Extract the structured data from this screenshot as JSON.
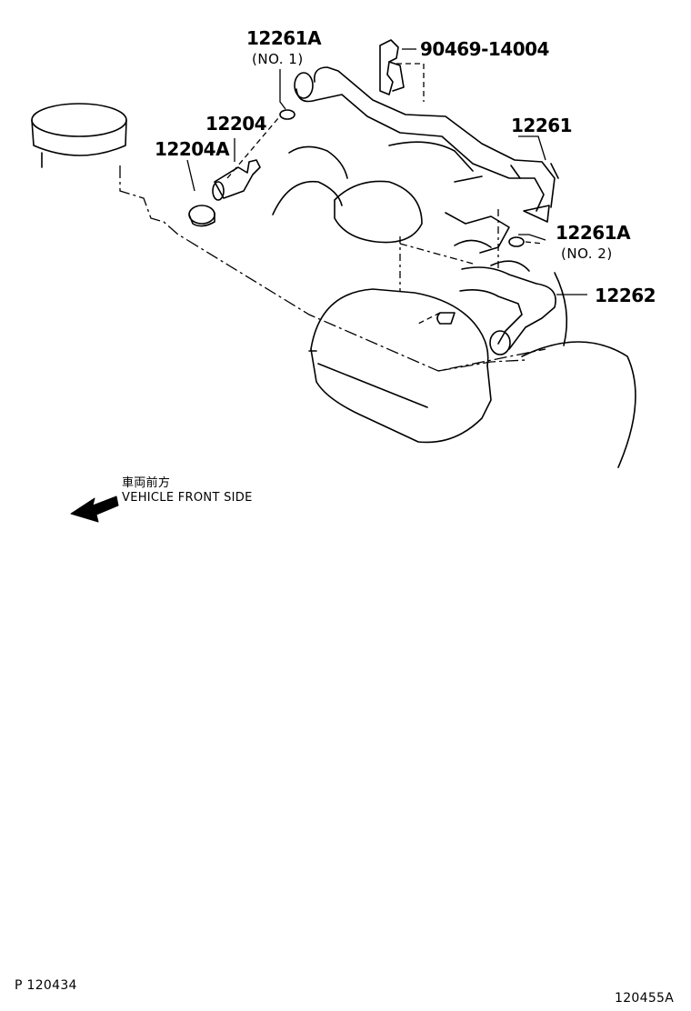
{
  "parts": {
    "p1": {
      "number": "12261A",
      "sub": "(NO. 1)"
    },
    "p2": {
      "number": "90469-14004"
    },
    "p3": {
      "number": "12204"
    },
    "p4": {
      "number": "12204A"
    },
    "p5": {
      "number": "12261"
    },
    "p6": {
      "number": "12261A",
      "sub": "(NO. 2)"
    },
    "p7": {
      "number": "12262"
    }
  },
  "orientation": {
    "label_jp": "車両前方",
    "label_en": "VEHICLE FRONT SIDE"
  },
  "footer": {
    "page_ref": "P 120434",
    "figure_ref": "120455A"
  },
  "colors": {
    "ink": "#000000",
    "paper": "#ffffff"
  }
}
